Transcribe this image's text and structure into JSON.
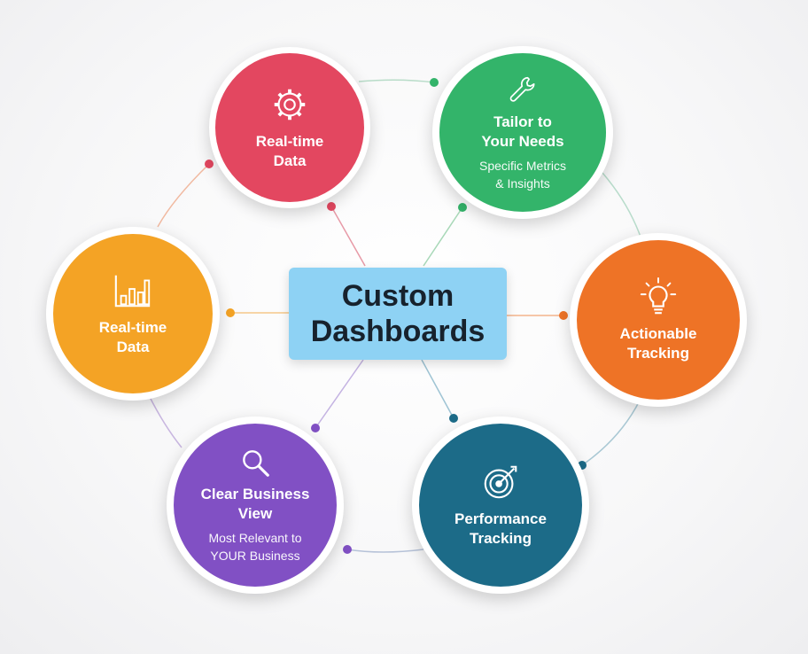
{
  "center": {
    "line1": "Custom",
    "line2": "Dashboards",
    "color": "#8ed2f4"
  },
  "nodes": [
    {
      "id": "top-left",
      "title1": "Real-time",
      "title2": "Data",
      "sub1": "",
      "sub2": "",
      "icon": "gear-icon",
      "color": "#e34760"
    },
    {
      "id": "top-right",
      "title1": "Tailor to",
      "title2": "Your Needs",
      "sub1": "Specific Metrics",
      "sub2": "& Insights",
      "icon": "wrench-icon",
      "color": "#33b46a"
    },
    {
      "id": "left",
      "title1": "Real-time",
      "title2": "Data",
      "sub1": "",
      "sub2": "",
      "icon": "bar-chart-icon",
      "color": "#f4a325"
    },
    {
      "id": "right",
      "title1": "Actionable",
      "title2": "Tracking",
      "sub1": "",
      "sub2": "",
      "icon": "lightbulb-icon",
      "color": "#ee7326"
    },
    {
      "id": "bottom-left",
      "title1": "Clear Business",
      "title2": "View",
      "sub1": "Most Relevant to",
      "sub2": "YOUR Business",
      "icon": "magnifier-icon",
      "color": "#8150c4"
    },
    {
      "id": "bottom-right",
      "title1": "Performance",
      "title2": "Tracking",
      "sub1": "",
      "sub2": "",
      "icon": "target-icon",
      "color": "#1c6b88"
    }
  ]
}
